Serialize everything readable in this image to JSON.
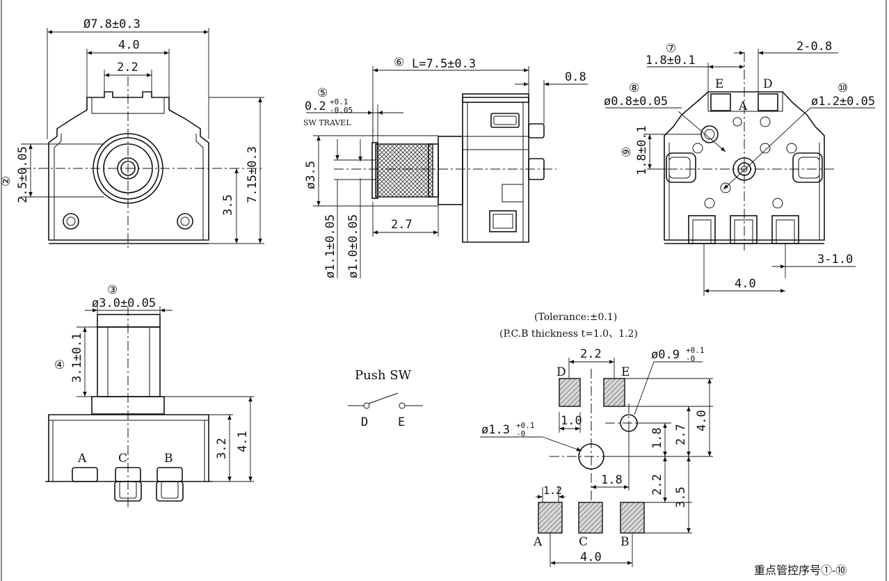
{
  "front_view": {
    "dim_width": "Ø7.8±0.3",
    "dim_top": "4.0",
    "dim_slot": "2.2",
    "dim_left_num": "②",
    "dim_left": "2.5±0.05",
    "dim_lower": "3.5",
    "dim_height": "7.15±0.3"
  },
  "side_view": {
    "dim_length_num": "⑥",
    "dim_length": "L=7.5±0.3",
    "dim_right": "0.8",
    "dim_travel_num": "⑤",
    "dim_travel_base": "0.2",
    "dim_travel_plus": "+0.1",
    "dim_travel_minus": "-0.05",
    "travel_label": "SW TRAVEL",
    "dim_shaft": "ø3.5",
    "dim_d1": "ø1.1±0.05",
    "dim_d2": "ø1.0±0.05",
    "dim_bottom": "2.7"
  },
  "rear_view": {
    "label_e": "E",
    "label_d": "D",
    "label_a": "A",
    "dim_7_num": "⑦",
    "dim_7": "1.8±0.1",
    "dim_pitch": "2-0.8",
    "dim_8_num": "⑧",
    "dim_8": "ø0.8±0.05",
    "dim_10_num": "⑩",
    "dim_10": "ø1.2±0.05",
    "dim_9_num": "⑨",
    "dim_9": "1.8±0.1",
    "dim_pitch2": "3-1.0",
    "dim_bottom": "4.0"
  },
  "bottom_view": {
    "dim_3_num": "③",
    "dim_3": "ø3.0±0.05",
    "dim_4_num": "④",
    "dim_4": "3.1±0.1",
    "dim_body": "3.2",
    "dim_total": "4.1",
    "label_a": "A",
    "label_c": "C",
    "label_b": "B"
  },
  "push_sw": {
    "title": "Push SW",
    "label_d": "D",
    "label_e": "E"
  },
  "pcb": {
    "note_tol": "(Tolerance:±0.1)",
    "note_thick": "(P.C.B thickness t=1.0、1.2)",
    "dim_top": "2.2",
    "dim_hole_small_base": "ø0.9",
    "dim_hole_small_plus": "+0.1",
    "dim_hole_small_minus": "-0",
    "dim_hole_big_base": "ø1.3",
    "dim_hole_big_plus": "+0.1",
    "dim_hole_big_minus": "-0",
    "dim_10": "1.0",
    "dim_18v": "1.8",
    "dim_27": "2.7",
    "dim_40v": "4.0",
    "dim_18h": "1.8",
    "dim_22": "2.2",
    "dim_35": "3.5",
    "dim_12": "1.2",
    "dim_40h": "4.0",
    "label_d": "D",
    "label_e": "E",
    "label_a": "A",
    "label_c": "C",
    "label_b": "B"
  },
  "footer": {
    "text": "重点管控序号①-⑩"
  }
}
